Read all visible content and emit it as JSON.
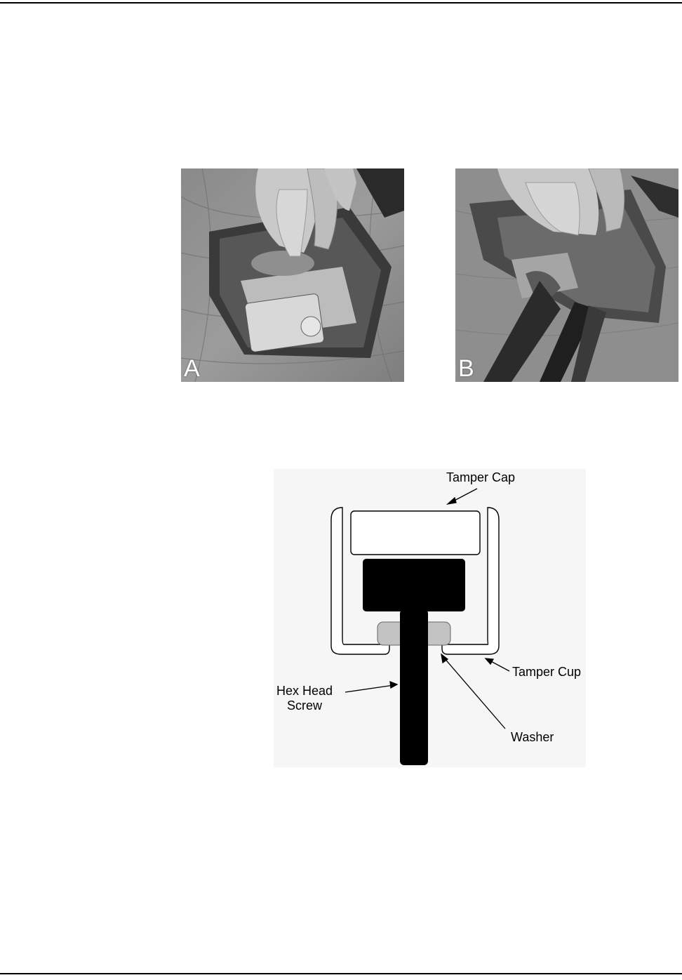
{
  "photos": {
    "a": {
      "label": "A"
    },
    "b": {
      "label": "B"
    }
  },
  "diagram": {
    "labels": {
      "tamper_cap": "Tamper Cap",
      "tamper_cup": "Tamper Cup",
      "hex_head_screw_line1": "Hex Head",
      "hex_head_screw_line2": "Screw",
      "washer": "Washer"
    }
  }
}
